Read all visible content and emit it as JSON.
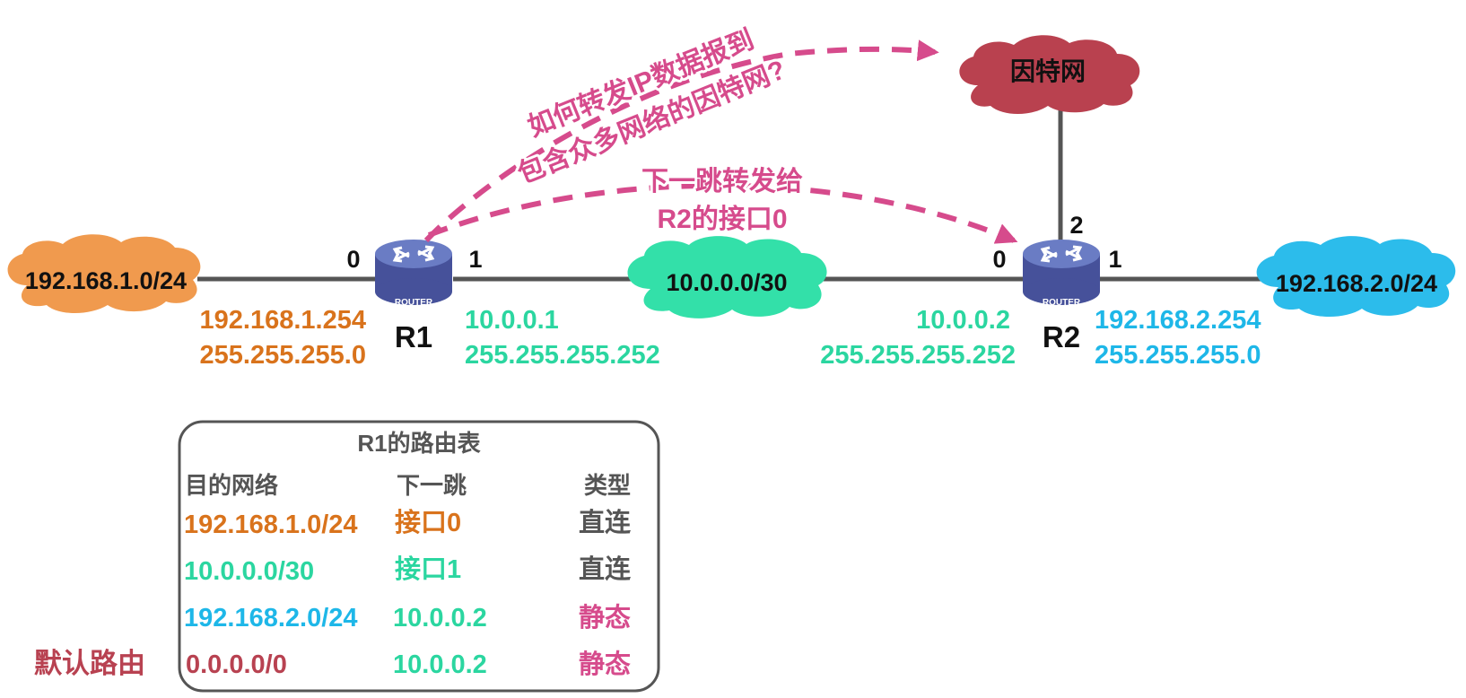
{
  "colors": {
    "orange": "#D9731C",
    "green": "#2BD6A0",
    "blue": "#1EB7E8",
    "magenta": "#D64B8C",
    "crimson": "#B84251",
    "gray_text": "#555555",
    "line": "#555555",
    "cloud_orange": "#F09A4E",
    "cloud_green": "#33E0A9",
    "cloud_blue": "#2CBCEB",
    "cloud_internet": "#B9414F",
    "router_blue": "#5A6BB5"
  },
  "networks": {
    "lan1": "192.168.1.0/24",
    "link": "10.0.0.0/30",
    "lan2": "192.168.2.0/24",
    "internet": "因特网"
  },
  "routers": {
    "r1": {
      "label": "R1",
      "badge": "ROUTER",
      "port_left": "0",
      "port_right": "1"
    },
    "r2": {
      "label": "R2",
      "badge": "ROUTER",
      "port_left": "0",
      "port_right": "1",
      "port_top": "2"
    }
  },
  "interfaces": {
    "r1_if0": {
      "ip": "192.168.1.254",
      "mask": "255.255.255.0"
    },
    "r1_if1": {
      "ip": "10.0.0.1",
      "mask": "255.255.255.252"
    },
    "r2_if0": {
      "ip": "10.0.0.2",
      "mask": "255.255.255.252"
    },
    "r2_if1": {
      "ip": "192.168.2.254",
      "mask": "255.255.255.0"
    }
  },
  "annotations": {
    "question_line1": "如何转发IP数据报到",
    "question_line2": "包含众多网络的因特网?",
    "next_hop_line1": "下一跳转发给",
    "next_hop_line2": "R2的接口0"
  },
  "routing_table": {
    "title": "R1的路由表",
    "headers": {
      "dest": "目的网络",
      "next_hop": "下一跳",
      "type": "类型"
    },
    "rows": [
      {
        "dest": "192.168.1.0/24",
        "next_hop": "接口0",
        "type": "直连"
      },
      {
        "dest": "10.0.0.0/30",
        "next_hop": "接口1",
        "type": "直连"
      },
      {
        "dest": "192.168.2.0/24",
        "next_hop": "10.0.0.2",
        "type": "静态"
      },
      {
        "dest": "0.0.0.0/0",
        "next_hop": "10.0.0.2",
        "type": "静态"
      }
    ],
    "default_route_label": "默认路由"
  }
}
